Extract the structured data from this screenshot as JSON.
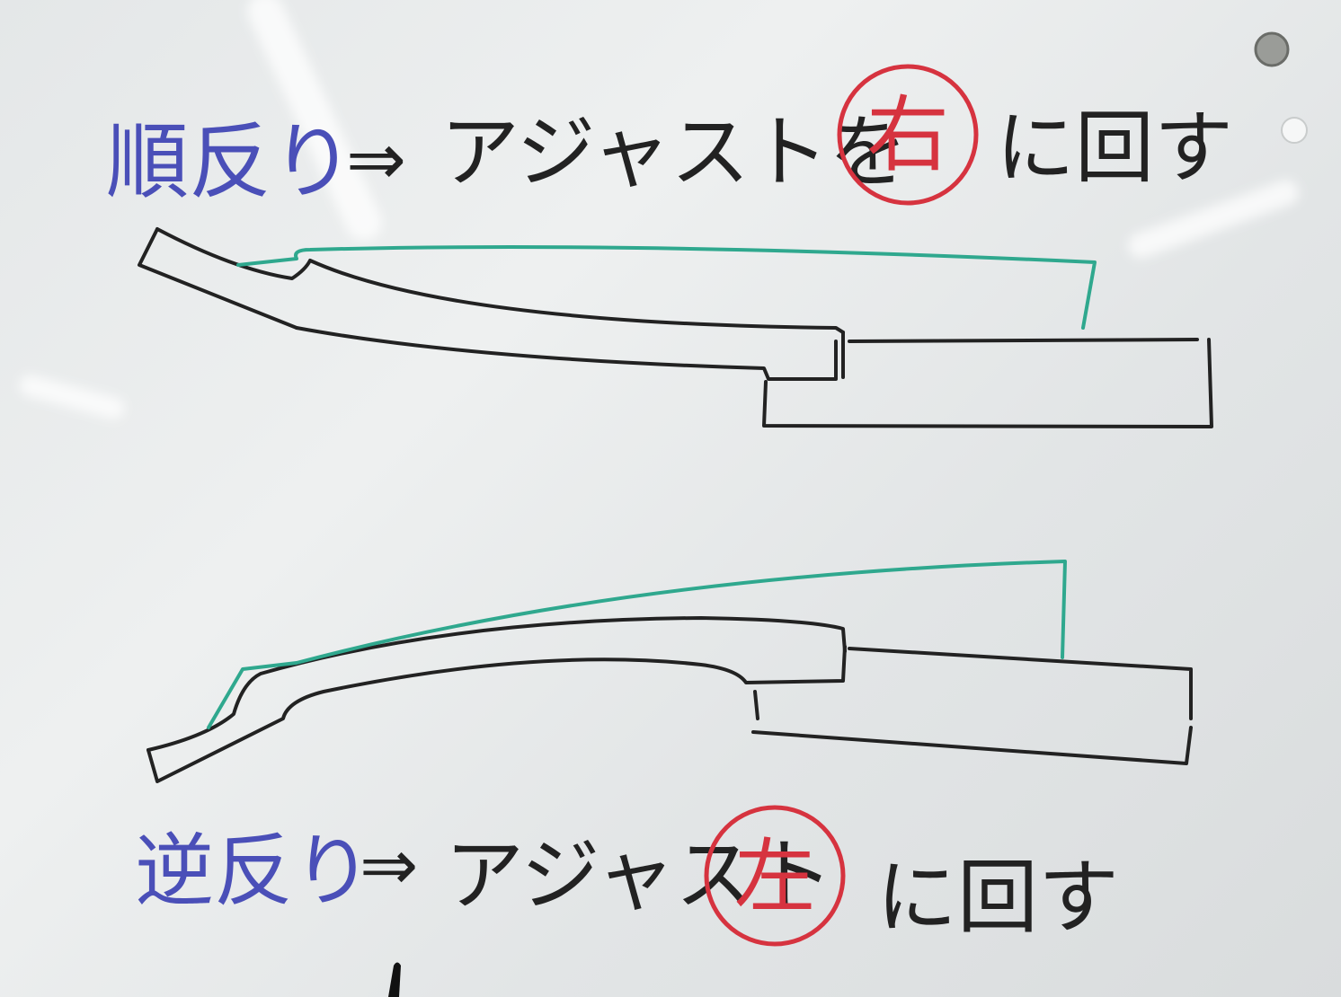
{
  "line_top": {
    "label": "順反り",
    "arrow": "⇒",
    "pre": "アジャストを",
    "circled": "右",
    "post": "に回す"
  },
  "line_bottom": {
    "label": "逆反り",
    "arrow": "⇒",
    "pre": "アジャスト",
    "circled": "左",
    "post": "に回す"
  },
  "colors": {
    "blue_ink": "#4a4fb8",
    "black_ink": "#222222",
    "red_ink": "#d6333f",
    "green_ink": "#2fa88e",
    "board": "#e8ebeb"
  }
}
